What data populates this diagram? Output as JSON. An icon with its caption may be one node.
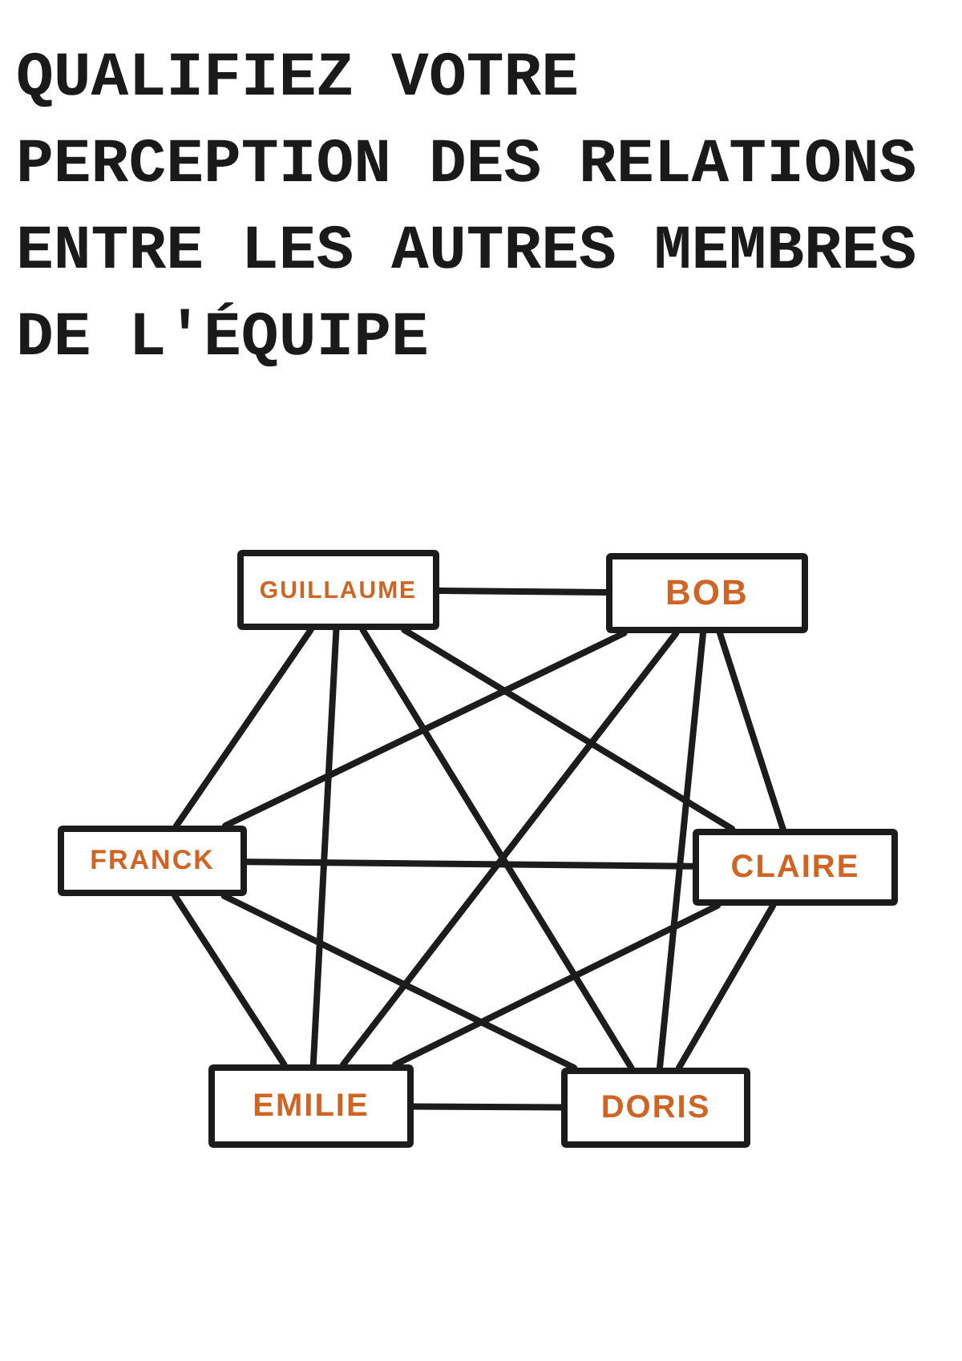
{
  "diagram": {
    "title": "QUALIFIEZ VOTRE PERCEPTION DES RELATIONS ENTRE LES AUTRES MEMBRES DE L'ÉQUIPE",
    "nodes": [
      {
        "text": [
          "GUILLAUME"
        ]
      },
      {
        "text": [
          "BOB"
        ]
      },
      {
        "text": [
          "FRANCK"
        ]
      },
      {
        "text": [
          "CLAIRE"
        ]
      },
      {
        "text": [
          "EMILIE"
        ]
      },
      {
        "text": [
          "DORIS"
        ]
      }
    ],
    "edges": [
      {
        "from": 0,
        "to": 1,
        "arrow": "none"
      },
      {
        "from": 0,
        "to": 2,
        "arrow": "none"
      },
      {
        "from": 0,
        "to": 3,
        "arrow": "none"
      },
      {
        "from": 0,
        "to": 4,
        "arrow": "none"
      },
      {
        "from": 0,
        "to": 5,
        "arrow": "none"
      },
      {
        "from": 1,
        "to": 2,
        "arrow": "none"
      },
      {
        "from": 1,
        "to": 3,
        "arrow": "none"
      },
      {
        "from": 1,
        "to": 4,
        "arrow": "none"
      },
      {
        "from": 1,
        "to": 5,
        "arrow": "none"
      },
      {
        "from": 2,
        "to": 3,
        "arrow": "none"
      },
      {
        "from": 2,
        "to": 4,
        "arrow": "none"
      },
      {
        "from": 2,
        "to": 5,
        "arrow": "none"
      },
      {
        "from": 3,
        "to": 4,
        "arrow": "none"
      },
      {
        "from": 3,
        "to": 5,
        "arrow": "none"
      },
      {
        "from": 4,
        "to": 5,
        "arrow": "none"
      }
    ]
  }
}
